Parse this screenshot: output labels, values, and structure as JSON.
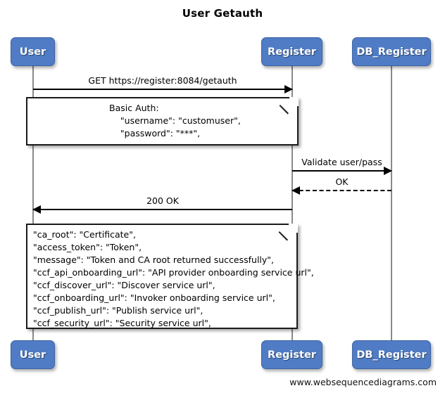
{
  "diagram": {
    "title": "User Getauth",
    "footer": "www.websequencediagrams.com",
    "accent_color": "#4f7cc4",
    "line_color": "#000000",
    "lifeline_color": "#8a8a8a"
  },
  "participants": [
    {
      "name": "User",
      "label": "User"
    },
    {
      "name": "Register",
      "label": "Register"
    },
    {
      "name": "DB_Register",
      "label": "DB_Register"
    }
  ],
  "participants_bottom": [
    {
      "name": "User",
      "label": "User"
    },
    {
      "name": "Register",
      "label": "Register"
    },
    {
      "name": "DB_Register",
      "label": "DB_Register"
    }
  ],
  "messages": [
    {
      "label": "GET https://register:8084/getauth",
      "from": "User",
      "to": "Register",
      "direction": "right",
      "style": "solid"
    },
    {
      "label": "Validate user/pass",
      "from": "Register",
      "to": "DB_Register",
      "direction": "right",
      "style": "solid"
    },
    {
      "label": "OK",
      "from": "DB_Register",
      "to": "Register",
      "direction": "left",
      "style": "dashed"
    },
    {
      "label": "200 OK",
      "from": "Register",
      "to": "User",
      "direction": "left",
      "style": "solid"
    }
  ],
  "notes": [
    {
      "id": "basic-auth-note",
      "lines": [
        "Basic Auth:",
        "    \"username\": \"customuser\",",
        "    \"password\": \"***\","
      ]
    },
    {
      "id": "response-payload-note",
      "lines": [
        "\"ca_root\": \"Certificate\",",
        "\"access_token\": \"Token\",",
        "\"message\": \"Token and CA root returned successfully\",",
        "\"ccf_api_onboarding_url\": \"API provider onboarding service url\",",
        "\"ccf_discover_url\": \"Discover service url\",",
        "\"ccf_onboarding_url\": \"Invoker onboarding service url\",",
        "\"ccf_publish_url\": \"Publish service url\",",
        "\"ccf_security_url\": \"Security service url\","
      ]
    }
  ]
}
